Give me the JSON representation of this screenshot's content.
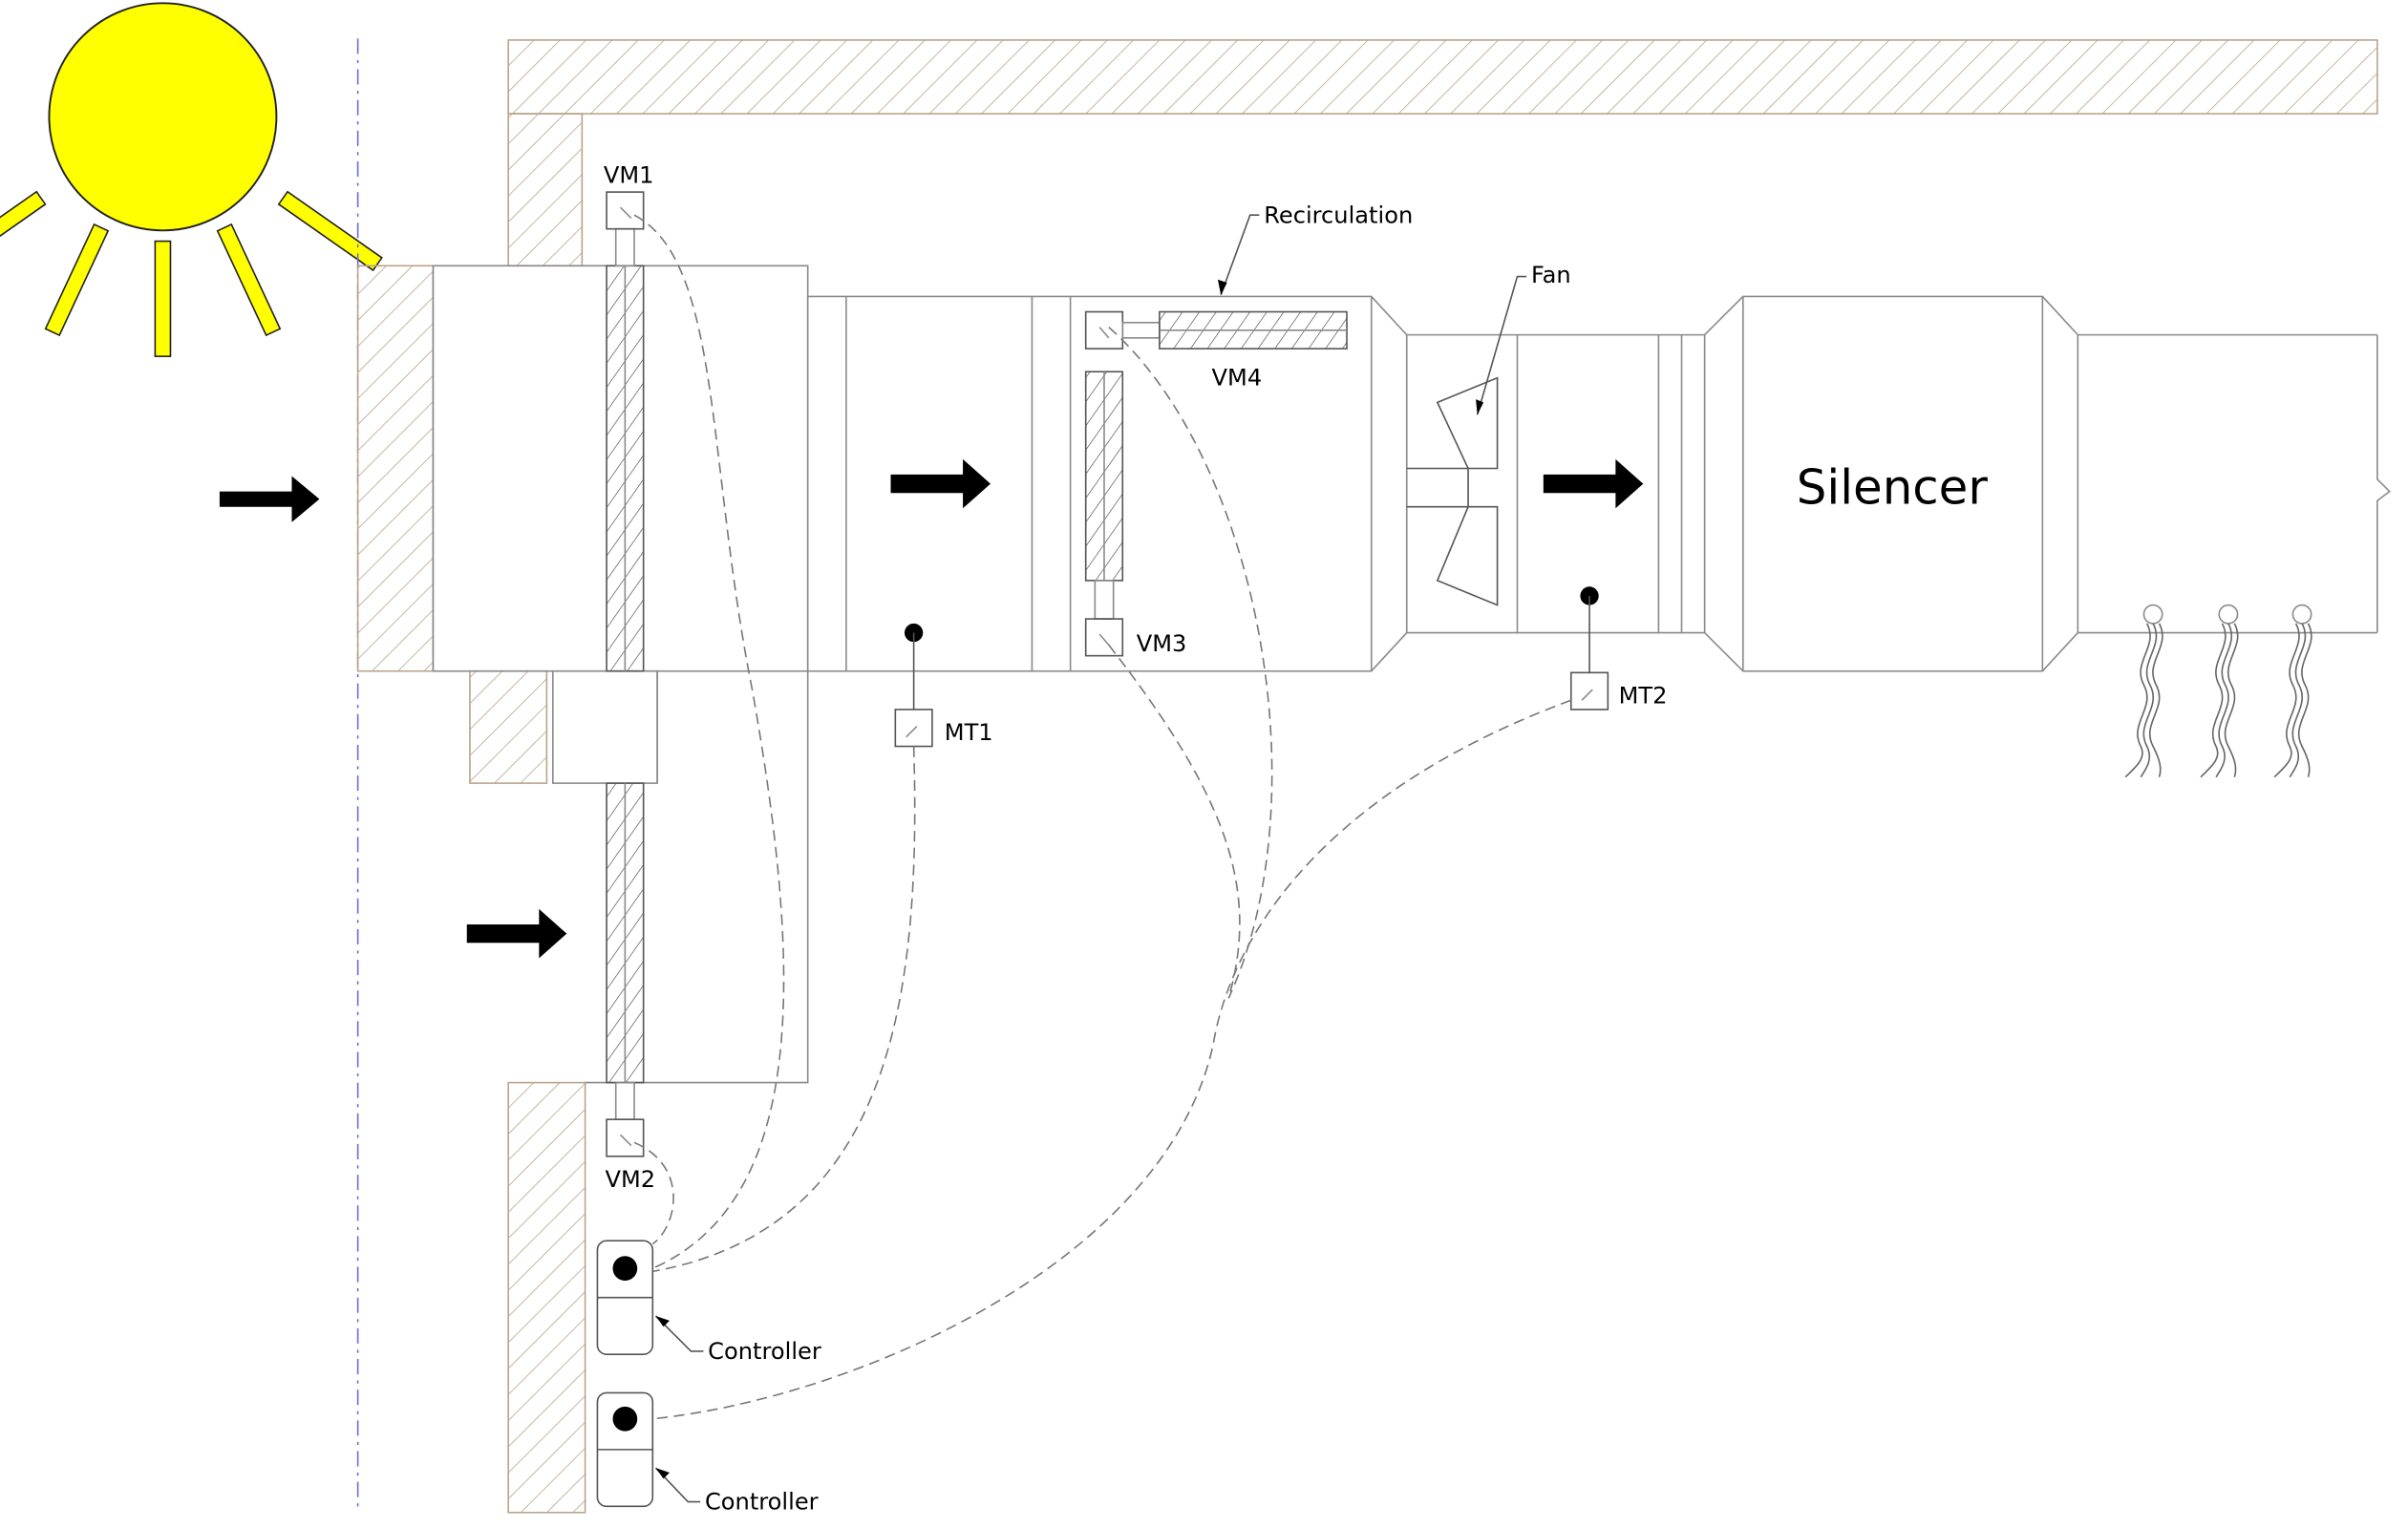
{
  "labels": {
    "vm1": "VM1",
    "vm2": "VM2",
    "vm3": "VM3",
    "vm4": "VM4",
    "mt1": "MT1",
    "mt2": "MT2",
    "recirculation": "Recirculation",
    "fan": "Fan",
    "silencer": "Silencer",
    "controller_1": "Controller",
    "controller_2": "Controller"
  },
  "colors": {
    "sun": "#ffff00",
    "wall_hatch": "#b8a58a",
    "boundary_line": "#6b6bd6"
  },
  "icons": [
    "sun-icon",
    "airflow-arrow-icon",
    "fan-icon",
    "heat-wave-icon",
    "sensor-icon"
  ]
}
